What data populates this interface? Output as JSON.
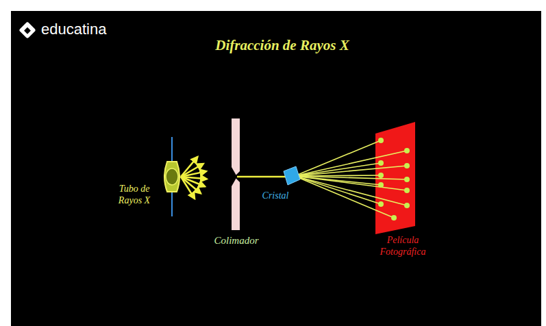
{
  "diagram": {
    "title": "Difracción de Rayos X",
    "labels": [
      "educatina",
      "Tubo de Rayos X",
      "Colimador",
      "Cristal",
      "Película Fotográfica"
    ]
  }
}
